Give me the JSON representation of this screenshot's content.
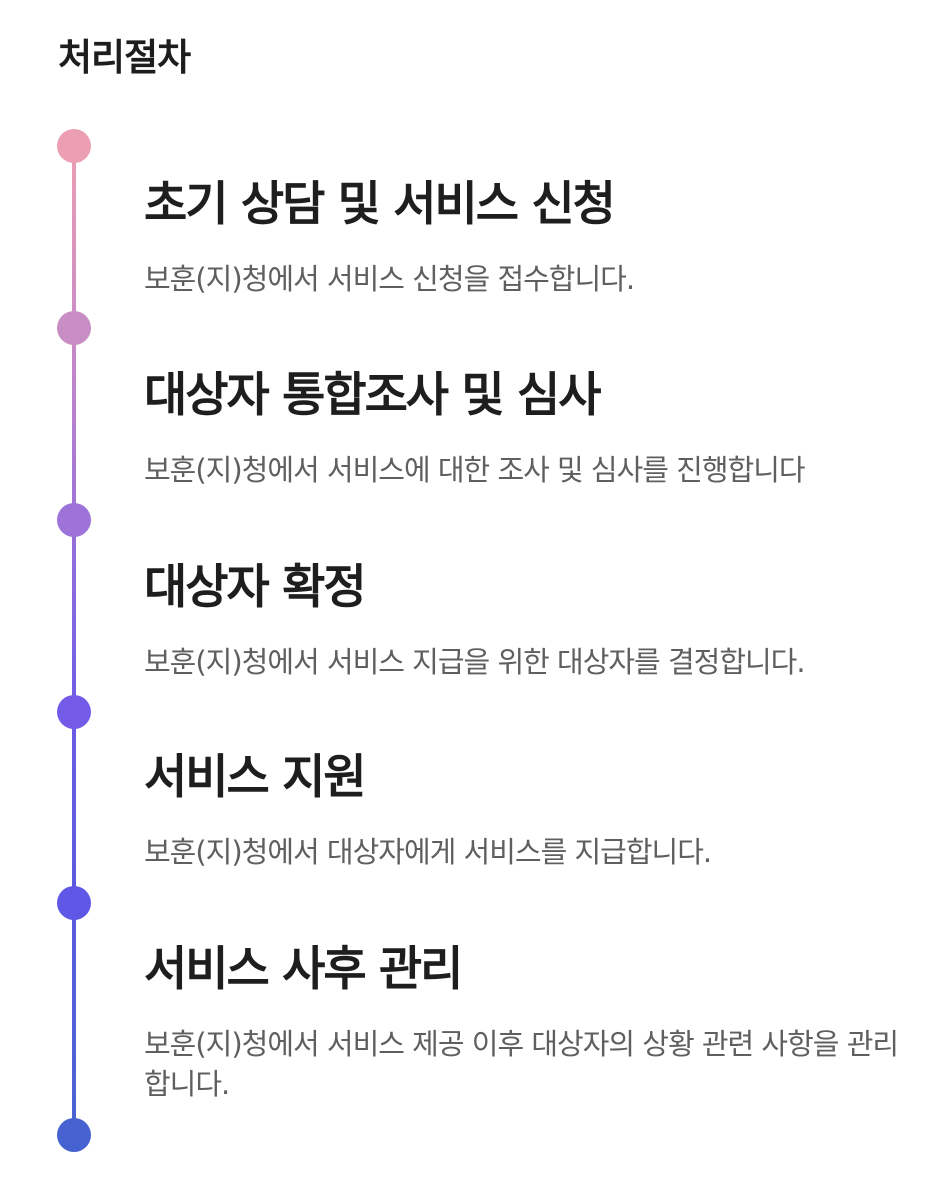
{
  "section": {
    "title": "처리절차"
  },
  "timeline": {
    "dot_colors": [
      "#ec9fb3",
      "#c98dc6",
      "#9d73d9",
      "#735be8",
      "#5f57e6",
      "#4661d0"
    ],
    "steps": [
      {
        "title": "초기 상담 및 서비스 신청",
        "description": "보훈(지)청에서 서비스 신청을 접수합니다."
      },
      {
        "title": "대상자 통합조사 및 심사",
        "description": "보훈(지)청에서 서비스에 대한 조사 및 심사를 진행합니다"
      },
      {
        "title": "대상자 확정",
        "description": "보훈(지)청에서 서비스 지급을 위한 대상자를 결정합니다."
      },
      {
        "title": "서비스 지원",
        "description": "보훈(지)청에서 대상자에게 서비스를 지급합니다."
      },
      {
        "title": "서비스 사후 관리",
        "description": "보훈(지)청에서 서비스 제공 이후 대상자의 상황 관련 사항을 관리합니다."
      }
    ]
  }
}
